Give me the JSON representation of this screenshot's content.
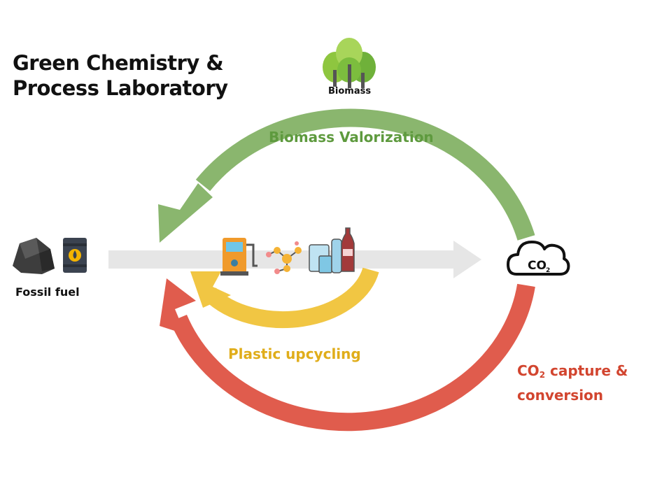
{
  "title_lines": [
    "Green Chemistry &",
    "Process Laboratory"
  ],
  "labels": {
    "biomass_valorization": "Biomass Valorization",
    "plastic_upcycling": "Plastic upcycling",
    "co2_prefix": "CO",
    "co2_sub": "2",
    "co2_suffix": " capture &",
    "co2_line2": "conversion",
    "fossil_fuel": "Fossil fuel",
    "biomass": "Biomass",
    "co2_cloud": "CO",
    "co2_cloud_sub": "2"
  },
  "colors": {
    "green": "#8ab66e",
    "green_text": "#5e9a3e",
    "red": "#e05c4d",
    "red_text": "#d2452f",
    "yellow": "#f1c643",
    "yellow_text": "#e0ad1a",
    "gray_arrow": "#e6e6e6"
  },
  "icons": [
    "coal-icon",
    "oil-barrel-icon",
    "fuel-pump-icon",
    "molecule-icon",
    "plastic-products-icon",
    "tree-icon",
    "co2-cloud-icon"
  ]
}
